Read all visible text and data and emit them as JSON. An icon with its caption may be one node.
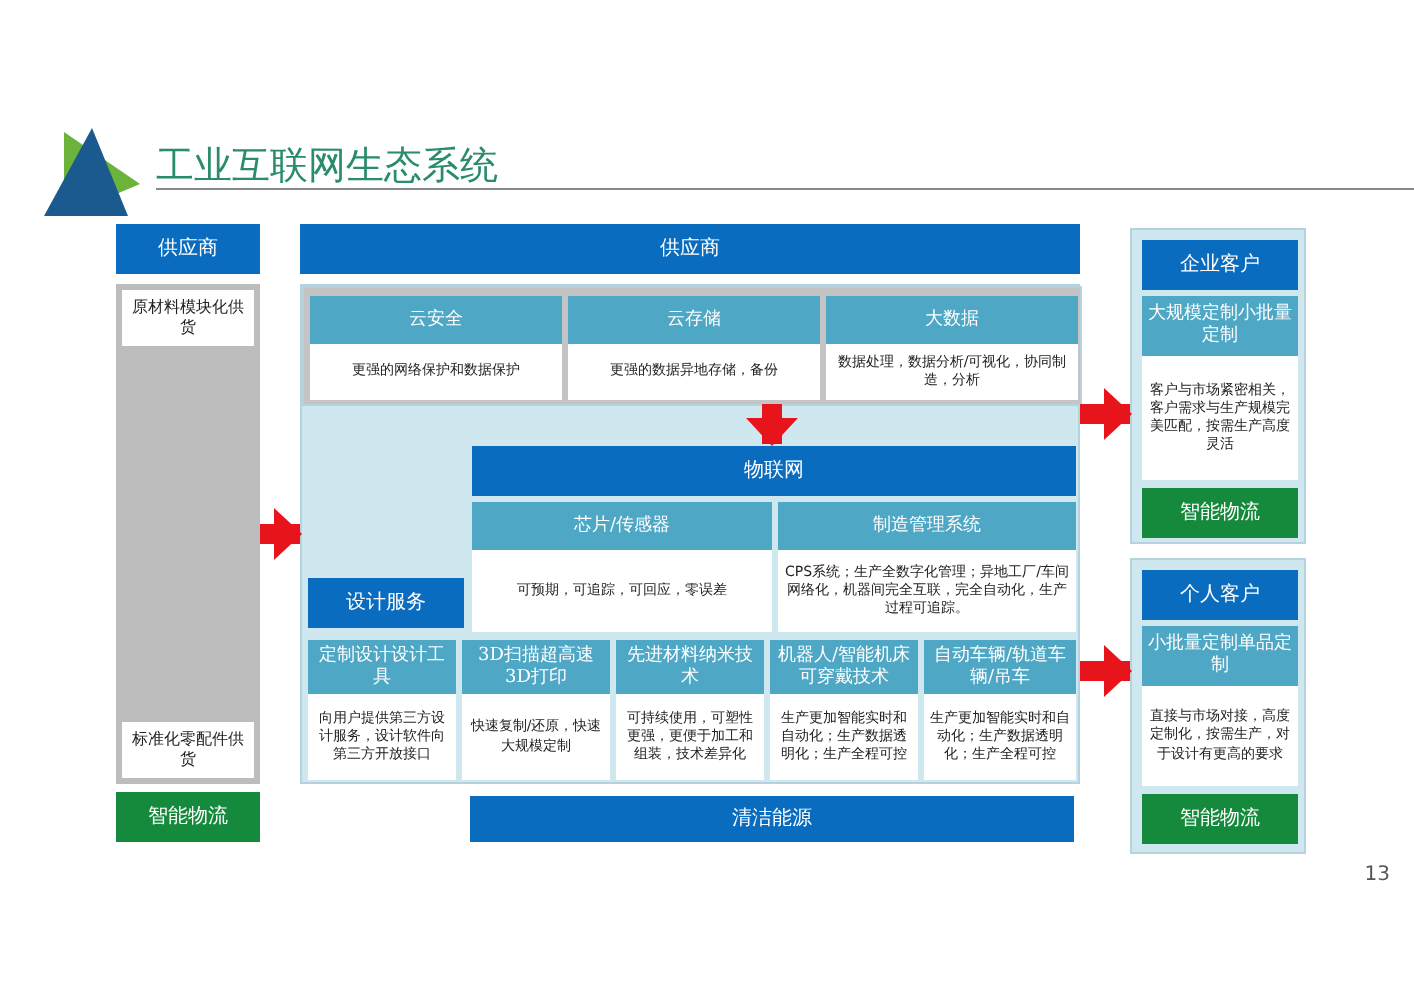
{
  "diagram": {
    "title": "工业互联网生态系统",
    "nodes": [
      {
        "text": [
          "供应商"
        ]
      },
      {
        "text": [],
        "shape": "bar"
      },
      {
        "text": [
          "原材料模块化供货"
        ],
        "in": 1
      },
      {
        "text": [
          "标准化零配件供货"
        ],
        "in": 1
      },
      {
        "text": [
          "智能物流"
        ]
      },
      {
        "text": [
          "供应商"
        ]
      },
      {
        "text": [],
        "shape": "box"
      },
      {
        "text": [],
        "shape": "box",
        "in": 6
      },
      {
        "text": [
          "云安全",
          "更强的网络保护和数据保护"
        ],
        "in": 7
      },
      {
        "text": [
          "云存储",
          "更强的数据异地存储，备份"
        ],
        "in": 7
      },
      {
        "text": [
          "大数据",
          "数据处理，数据分析/可视化，协同制造，分析"
        ],
        "in": 7
      },
      {
        "text": [
          "物联网"
        ],
        "in": 6
      },
      {
        "text": [
          "芯片/传感器",
          "可预期，可追踪，可回应，零误差"
        ],
        "in": 6
      },
      {
        "text": [
          "制造管理系统",
          "CPS系统；生产全数字化管理；异地工厂/车间网络化，机器间完全互联，完全自动化，生产过程可追踪。"
        ],
        "in": 6
      },
      {
        "text": [
          "设计服务"
        ],
        "in": 6
      },
      {
        "text": [
          "定制设计设计工具",
          "向用户提供第三方设计服务，设计软件向第三方开放接口"
        ],
        "in": 6
      },
      {
        "text": [
          "3D扫描超高速3D打印",
          "快速复制/还原，快速大规模定制"
        ],
        "in": 6
      },
      {
        "text": [
          "先进材料纳米技术",
          "可持续使用，可塑性更强，更便于加工和组装，技术差异化"
        ],
        "in": 6
      },
      {
        "text": [
          "机器人/智能机床可穿戴技术",
          "生产更加智能实时和自动化；生产数据透明化；生产全程可控"
        ],
        "in": 6
      },
      {
        "text": [
          "自动车辆/轨道车辆/吊车",
          "生产更加智能实时和自动化；生产数据透明化；生产全程可控"
        ],
        "in": 6
      },
      {
        "text": [
          "清洁能源"
        ]
      },
      {
        "text": [],
        "shape": "box"
      },
      {
        "text": [
          "企业客户"
        ],
        "in": 21
      },
      {
        "text": [
          "大规模定制小批量定制",
          "客户与市场紧密相关，客户需求与生产规模完美匹配，按需生产高度灵活"
        ],
        "in": 21
      },
      {
        "text": [
          "智能物流"
        ],
        "in": 21
      },
      {
        "text": [],
        "shape": "box"
      },
      {
        "text": [
          "个人客户"
        ],
        "in": 25
      },
      {
        "text": [
          "小批量定制单品定制",
          "直接与市场对接，高度定制化，按需生产，对于设计有更高的要求"
        ],
        "in": 25
      },
      {
        "text": [
          "智能物流"
        ],
        "in": 25
      }
    ],
    "edges": [
      {
        "from": 1,
        "to": 6,
        "arrow": "to"
      },
      {
        "from": 7,
        "to": 11,
        "arrow": "to"
      },
      {
        "from": 6,
        "to": 21,
        "arrow": "to"
      },
      {
        "from": 6,
        "to": 25,
        "arrow": "to"
      }
    ],
    "labels": [
      "13"
    ]
  }
}
